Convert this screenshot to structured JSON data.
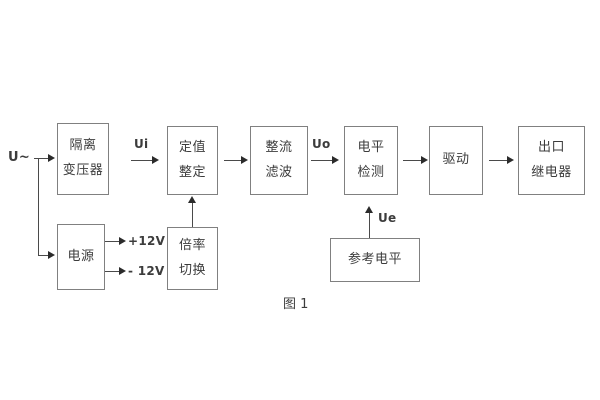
{
  "diagram": {
    "caption": "图 1",
    "input_label": "U~",
    "blocks": [
      {
        "id": "isolation-transformer",
        "lines": [
          "隔离",
          "变压器"
        ]
      },
      {
        "id": "power-supply",
        "lines": [
          "电源"
        ]
      },
      {
        "id": "setting-value",
        "lines": [
          "定值",
          "整定"
        ]
      },
      {
        "id": "multiplier-switch",
        "lines": [
          "倍率",
          "切换"
        ]
      },
      {
        "id": "rectify-filter",
        "lines": [
          "整流",
          "滤波"
        ]
      },
      {
        "id": "level-detect",
        "lines": [
          "电平",
          "检测"
        ]
      },
      {
        "id": "reference-level",
        "lines": [
          "参考电平"
        ]
      },
      {
        "id": "driver",
        "lines": [
          "驱动"
        ]
      },
      {
        "id": "output-relay",
        "lines": [
          "出口",
          "继电器"
        ]
      }
    ],
    "signal_labels": {
      "ui": "Ui",
      "uo": "Uo",
      "ue": "Ue"
    },
    "supply_rails": {
      "positive": "+12V",
      "negative": "- 12V"
    },
    "colors": {
      "block_border": "#808080",
      "connector": "#4a4a4a",
      "text": "#3c3c3c",
      "background": "#ffffff"
    }
  }
}
